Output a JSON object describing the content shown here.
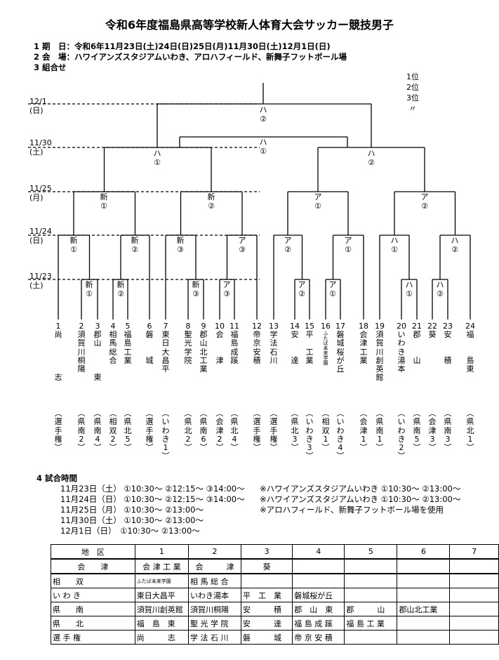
{
  "title": "令和6年度福島県高等学校新人体育大会サッカー競技男子",
  "info": [
    "1 期　日：令和6年11月23日(土)24日(日)25日(月)11月30日(土)12月1日(日)",
    "2 会　場：ハワイアンズスタジアムいわき、アロハフィールド、新舞子フットボール場",
    "3 組合せ"
  ],
  "rank": [
    "1位",
    "2位",
    "3位",
    "〃"
  ],
  "dates": [
    {
      "d": "12/1",
      "w": "(日)"
    },
    {
      "d": "11/30",
      "w": "(土)"
    },
    {
      "d": "11/25",
      "w": "(月)"
    },
    {
      "d": "11/24",
      "w": "(日)"
    },
    {
      "d": "11/23",
      "w": "(土)"
    }
  ],
  "venues": [
    "ハ",
    "②",
    "ハ",
    "①",
    "ハ",
    "①",
    "ハ",
    "②",
    "新",
    "①",
    "新",
    "②",
    "ア",
    "①",
    "ア",
    "②",
    "新",
    "①",
    "新",
    "②",
    "新",
    "③",
    "ア",
    "③",
    "ア",
    "②",
    "ア",
    "①",
    "ハ",
    "①",
    "ハ",
    "②",
    "新",
    "①",
    "新",
    "②",
    "新",
    "③",
    "ア",
    "③",
    "ア",
    "②",
    "ア",
    "①",
    "ハ",
    "①",
    "ハ",
    "②"
  ],
  "teams": [
    {
      "n": "1",
      "name": [
        "尚",
        "",
        "",
        "",
        "",
        "志"
      ],
      "dist": [
        "︵",
        "選",
        "手",
        "権",
        "︶"
      ]
    },
    {
      "n": "2",
      "name": [
        "須",
        "賀",
        "川",
        "桐",
        "陽"
      ],
      "dist": [
        "︵",
        "県",
        "南",
        "2",
        "︶"
      ]
    },
    {
      "n": "3",
      "name": [
        "郡",
        "山",
        "",
        "",
        "",
        "東"
      ],
      "dist": [
        "︵",
        "県",
        "南",
        "4",
        "︶"
      ]
    },
    {
      "n": "4",
      "name": [
        "相",
        "馬",
        "総",
        "合"
      ],
      "dist": [
        "︵",
        "相",
        "双",
        "2",
        "︶"
      ]
    },
    {
      "n": "5",
      "name": [
        "福",
        "島",
        "工",
        "業"
      ],
      "dist": [
        "︵",
        "県",
        "北",
        "5",
        "︶"
      ]
    },
    {
      "n": "6",
      "name": [
        "磐",
        "",
        "",
        "城"
      ],
      "dist": [
        "︵",
        "選",
        "手",
        "権",
        "︶"
      ]
    },
    {
      "n": "7",
      "name": [
        "東",
        "日",
        "大",
        "昌",
        "平"
      ],
      "dist": [
        "︵",
        "い",
        "わ",
        "き",
        "1",
        "︶"
      ]
    },
    {
      "n": "8",
      "name": [
        "聖",
        "光",
        "学",
        "院"
      ],
      "dist": [
        "︵",
        "県",
        "北",
        "2",
        "︶"
      ]
    },
    {
      "n": "9",
      "name": [
        "郡",
        "山",
        "北",
        "工",
        "業"
      ],
      "dist": [
        "︵",
        "県",
        "南",
        "6",
        "︶"
      ]
    },
    {
      "n": "10",
      "name": [
        "会",
        "",
        "",
        "津"
      ],
      "dist": [
        "︵",
        "会",
        "津",
        "2",
        "︶"
      ]
    },
    {
      "n": "11",
      "name": [
        "福",
        "島",
        "成",
        "蹊"
      ],
      "dist": [
        "︵",
        "県",
        "北",
        "4",
        "︶"
      ]
    },
    {
      "n": "12",
      "name": [
        "帝",
        "京",
        "安",
        "積"
      ],
      "dist": [
        "︵",
        "選",
        "手",
        "権",
        "︶"
      ]
    },
    {
      "n": "13",
      "name": [
        "学",
        "法",
        "石",
        "川"
      ],
      "dist": [
        "︵",
        "選",
        "手",
        "権",
        "︶"
      ]
    },
    {
      "n": "14",
      "name": [
        "安",
        "",
        "",
        "達"
      ],
      "dist": [
        "︵",
        "県",
        "北",
        "3",
        "︶"
      ]
    },
    {
      "n": "15",
      "name": [
        "平",
        "",
        "工",
        "業"
      ],
      "dist": [
        "︵",
        "い",
        "わ",
        "き",
        "3",
        "︶"
      ]
    },
    {
      "n": "16",
      "name": [
        "ふたば未来学園"
      ],
      "dist": [
        "︵",
        "相",
        "双",
        "1",
        "︶"
      ]
    },
    {
      "n": "17",
      "name": [
        "磐",
        "城",
        "桜",
        "が",
        "丘"
      ],
      "dist": [
        "︵",
        "い",
        "わ",
        "き",
        "4",
        "︶"
      ]
    },
    {
      "n": "18",
      "name": [
        "会",
        "津",
        "工",
        "業"
      ],
      "dist": [
        "︵",
        "会",
        "津",
        "1",
        "︶"
      ]
    },
    {
      "n": "19",
      "name": [
        "須",
        "賀",
        "川",
        "創",
        "英",
        "館"
      ],
      "dist": [
        "︵",
        "県",
        "南",
        "1",
        "︶"
      ]
    },
    {
      "n": "20",
      "name": [
        "い",
        "わ",
        "き",
        "湯",
        "本"
      ],
      "dist": [
        "︵",
        "い",
        "わ",
        "き",
        "2",
        "︶"
      ]
    },
    {
      "n": "21",
      "name": [
        "郡",
        "",
        "",
        "山"
      ],
      "dist": [
        "︵",
        "県",
        "南",
        "5",
        "︶"
      ]
    },
    {
      "n": "22",
      "name": [
        "葵"
      ],
      "dist": [
        "︵",
        "会",
        "津",
        "3",
        "︶"
      ]
    },
    {
      "n": "23",
      "name": [
        "安",
        "",
        "",
        "積"
      ],
      "dist": [
        "︵",
        "県",
        "南",
        "3",
        "︶"
      ]
    },
    {
      "n": "24",
      "name": [
        "福",
        "",
        "",
        "島",
        "東"
      ],
      "dist": [
        "︵",
        "県",
        "北",
        "1",
        "︶"
      ]
    }
  ],
  "schedule_title": "4 試合時間",
  "schedule": [
    "11月23日（土） ①10:30～ ②12:15～ ③14:00～",
    "11月24日（日） ①10:30～ ②12:15～ ③14:00～",
    "11月25日（月） ①10:30～ ②13:00～",
    "11月30日（土） ①10:30～ ②13:00～",
    "12月1日（日）　①10:30～ ②13:00～"
  ],
  "notes": [
    "※ハワイアンズスタジアムいわき ①10:30～ ②13:00～",
    "※ハワイアンズスタジアムいわき ①10:30～ ②13:00～",
    "※アロハフィールド、新舞子フットボール場を使用"
  ],
  "region_table": {
    "header": [
      "地　区",
      "1",
      "2",
      "3",
      "4",
      "5",
      "6",
      "7"
    ],
    "rows": [
      [
        "会　　津",
        "会 津 工 業",
        "会　　　津",
        "葵",
        "",
        "",
        "",
        ""
      ],
      [
        "相　　双",
        "ふたば未来学園",
        "相 馬 総 合",
        "",
        "",
        "",
        "",
        ""
      ],
      [
        "い わ き",
        "東日大昌平",
        "いわき湯本",
        "平　工　業",
        "磐城桜が丘",
        "",
        "",
        ""
      ],
      [
        "県　　南",
        "須賀川創英館",
        "須賀川桐陽",
        "安　　　積",
        "郡　山　東",
        "郡　　　山",
        "郡山北工業",
        ""
      ],
      [
        "県　　北",
        "福　島　東",
        "聖 光 学 院",
        "安　　　達",
        "福 島 成 蹊",
        "福 島 工 業",
        "",
        ""
      ],
      [
        "選 手 権",
        "尚　　　志",
        "学 法 石 川",
        "磐　　　城",
        "帝 京 安 積",
        "",
        "",
        ""
      ]
    ]
  }
}
